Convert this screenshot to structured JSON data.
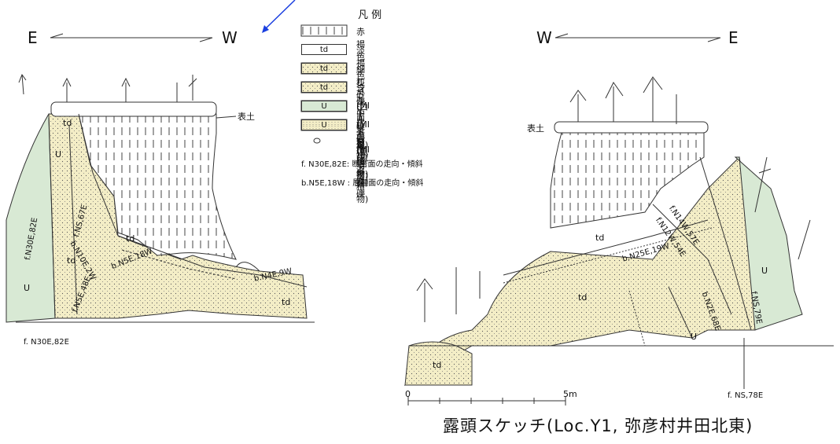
{
  "left_sketch": {
    "dir_left": "E",
    "dir_right": "W",
    "labels": {
      "topsoil": "表土",
      "td_top": "td",
      "u_upper": "U",
      "u_lower": "U",
      "td_mid": "td",
      "td_center": "td",
      "td_right": "td",
      "fault_n30e": "f.N30E,82E",
      "fault_ns67e": "f.NS,67E",
      "bed_n10e": "b.N10E,2W",
      "bed_n5e": "b.N5E,18W",
      "bed_n4e": "b.N4E,9W",
      "fault_n5e": "f.N5E,48E",
      "bottom_fault": "f. N30E,82E"
    }
  },
  "legend": {
    "title": "凡 例",
    "items": [
      {
        "swatch": "",
        "text": "赤褐色シルト(ローム層)"
      },
      {
        "swatch": "td",
        "text": "淡褐色シルト(MⅠ面堆積物)"
      },
      {
        "swatch": "td",
        "text": "細粒砂(MⅠ面堆積物)"
      },
      {
        "swatch": "td",
        "text": "含礫中粒砂(MⅠ面堆積物)"
      },
      {
        "swatch": "U",
        "text": "シルト岩(魚沼層)"
      },
      {
        "swatch": "U",
        "text": "砂 岩(魚沼層)"
      },
      {
        "swatch": "",
        "text": "シルト岩礫"
      }
    ],
    "note_fault": "f. N30E,82E: 断層面の走向・傾斜",
    "note_bed": "b.N5E,18W : 層理面の走向・傾斜"
  },
  "right_sketch": {
    "dir_left": "W",
    "dir_right": "E",
    "labels": {
      "topsoil": "表土",
      "td_upper": "td",
      "td_center": "td",
      "td_bottom": "td",
      "u_center": "U",
      "u_right": "U",
      "fault_n14w": "f.N14W,57E",
      "fault_n12w": "f.N12W,54E",
      "bed_n25e": "b.N25E,19W",
      "bed_n2e": "b.N2E,68E",
      "fault_ns79e": "f.NS,79E",
      "bottom_fault": "f. NS,78E"
    },
    "scale": {
      "zero": "0",
      "five": "5m"
    }
  },
  "caption": "露頭スケッチ(Loc.Y1, 弥彦村井田北東)",
  "colors": {
    "sand": "#f3edc6",
    "silt_rock": "#d8e9d4",
    "blue_arrow": "#1a3fe0"
  }
}
